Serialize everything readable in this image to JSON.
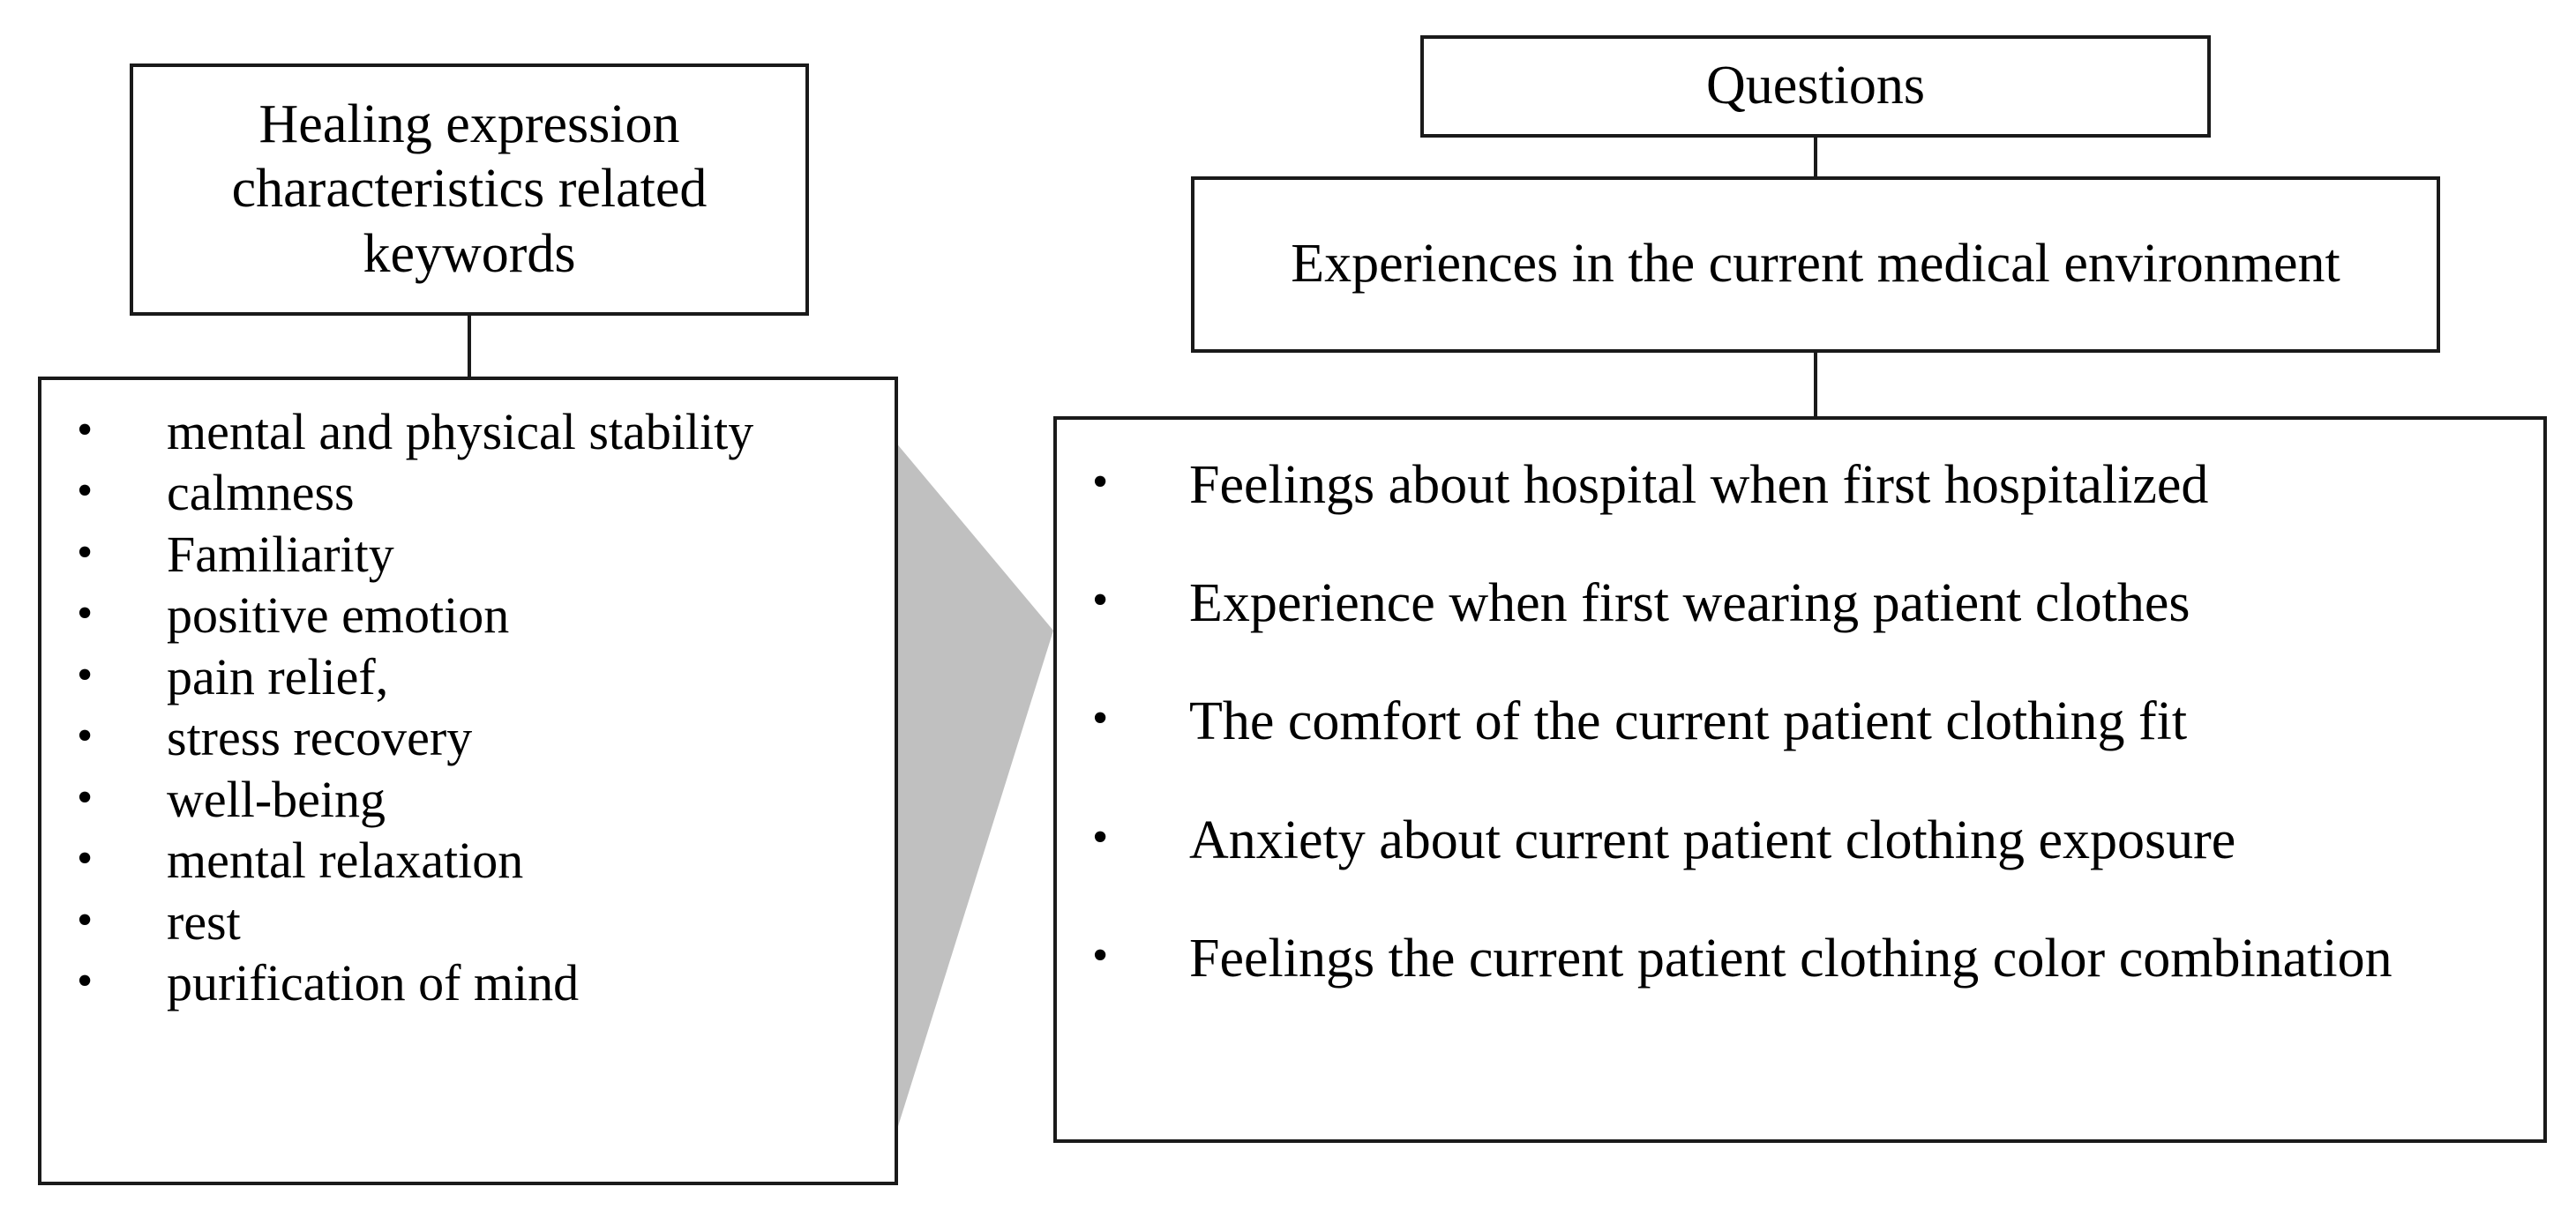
{
  "diagram": {
    "title": "Healing expression keywords and medical-environment interview questions",
    "colors": {
      "stroke": "#1a1a1a",
      "background": "#ffffff",
      "arrow_fill": "#c0c0c0",
      "text": "#000000"
    },
    "left_column": {
      "header_box": {
        "label": "Healing expression characteristics related keywords"
      },
      "list_box": {
        "bullet_glyph": "•",
        "items": [
          "mental and physical stability",
          "calmness",
          "Familiarity",
          "positive emotion",
          "pain relief,",
          "stress recovery",
          "well-being",
          "mental relaxation",
          "rest",
          "purification of mind"
        ]
      }
    },
    "arrow": {
      "label": "right-arrow",
      "direction": "right",
      "fill": "#c0c0c0"
    },
    "right_column": {
      "header_box": {
        "label": "Questions"
      },
      "subheader_box": {
        "label": "Experiences in the current medical environment"
      },
      "list_box": {
        "bullet_glyph": "•",
        "items": [
          "Feelings about hospital when first hospitalized",
          "Experience when first wearing patient clothes",
          "The comfort of the current patient clothing fit",
          "Anxiety about current patient clothing exposure",
          "Feelings the current patient clothing color combination"
        ]
      }
    }
  }
}
